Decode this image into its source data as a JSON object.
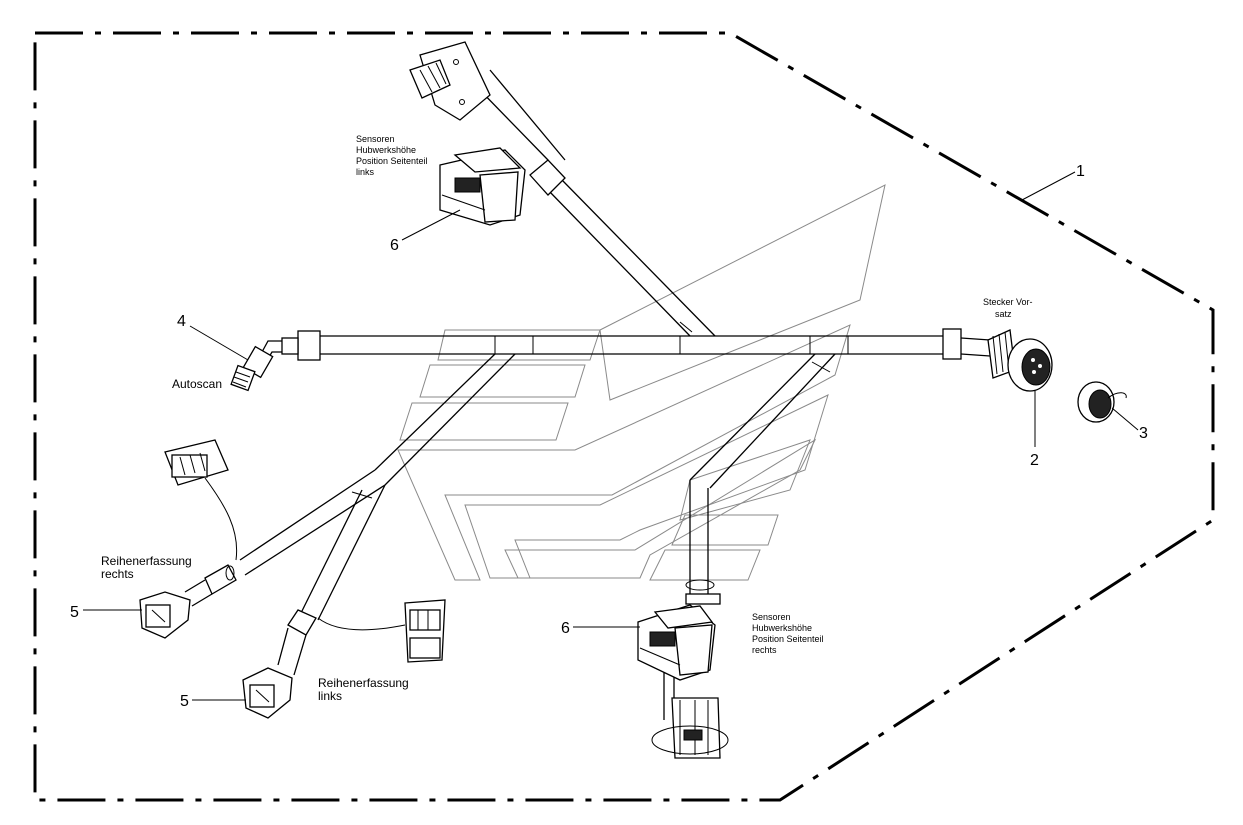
{
  "labels": {
    "ref_1": "1",
    "ref_2": "2",
    "ref_3": "3",
    "ref_4": "4",
    "ref_5_right": "5",
    "ref_5_left": "5",
    "ref_6_top": "6",
    "ref_6_bottom": "6",
    "autoscan": "Autoscan",
    "stecker_line1": "Stecker Vor-",
    "stecker_line2": "satz",
    "sensor_left_line1": "Sensoren",
    "sensor_left_line2": "Hubwerkshöhe",
    "sensor_left_line3": "Position Seitenteil",
    "sensor_left_line4": "links",
    "sensor_right_line1": "Sensoren",
    "sensor_right_line2": "Hubwerkshöhe",
    "sensor_right_line3": "Position Seitenteil",
    "sensor_right_line4": "rechts",
    "reihen_rechts_line1": "Reihenerfassung",
    "reihen_rechts_line2": "rechts",
    "reihen_links_line1": "Reihenerfassung",
    "reihen_links_line2": "links"
  }
}
